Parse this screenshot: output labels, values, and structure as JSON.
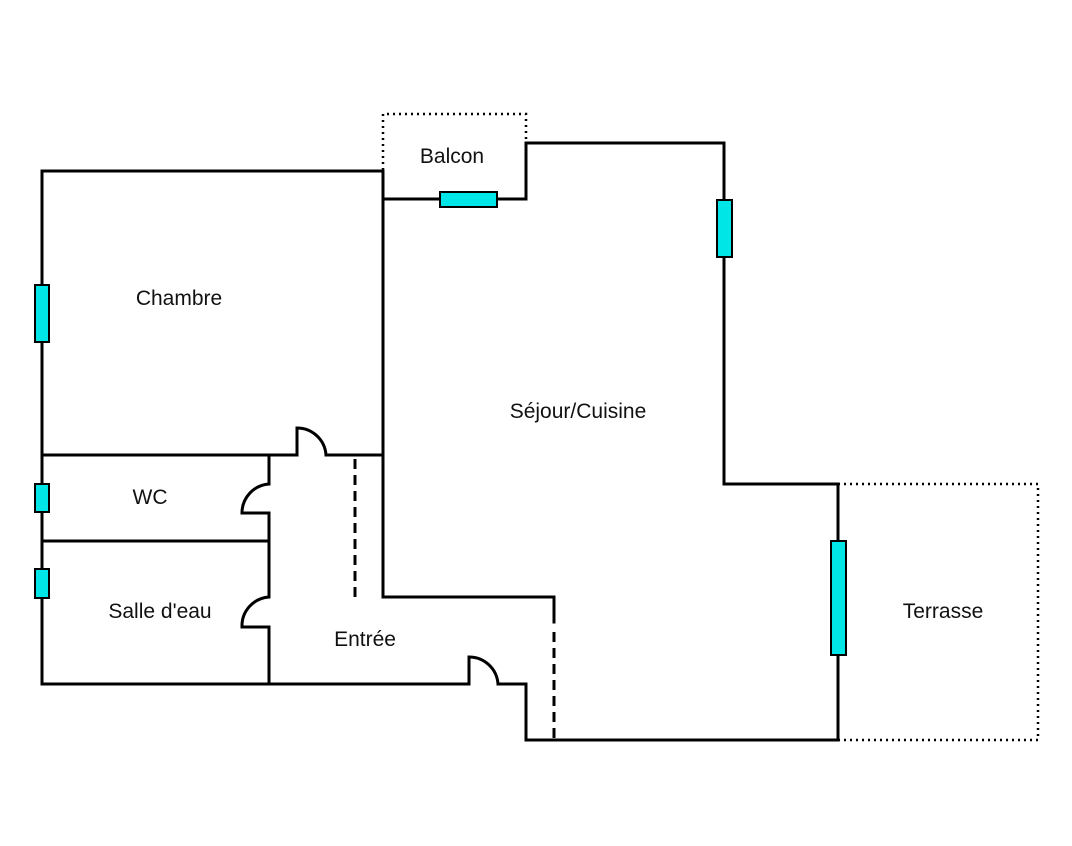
{
  "colors": {
    "wall": "#000000",
    "window": "#00e5e5",
    "background": "#ffffff",
    "label": "#111111"
  },
  "rooms": {
    "balcon": "Balcon",
    "chambre": "Chambre",
    "sejour": "Séjour/Cuisine",
    "wc": "WC",
    "salle_deau": "Salle d'eau",
    "entree": "Entrée",
    "terrasse": "Terrasse"
  }
}
